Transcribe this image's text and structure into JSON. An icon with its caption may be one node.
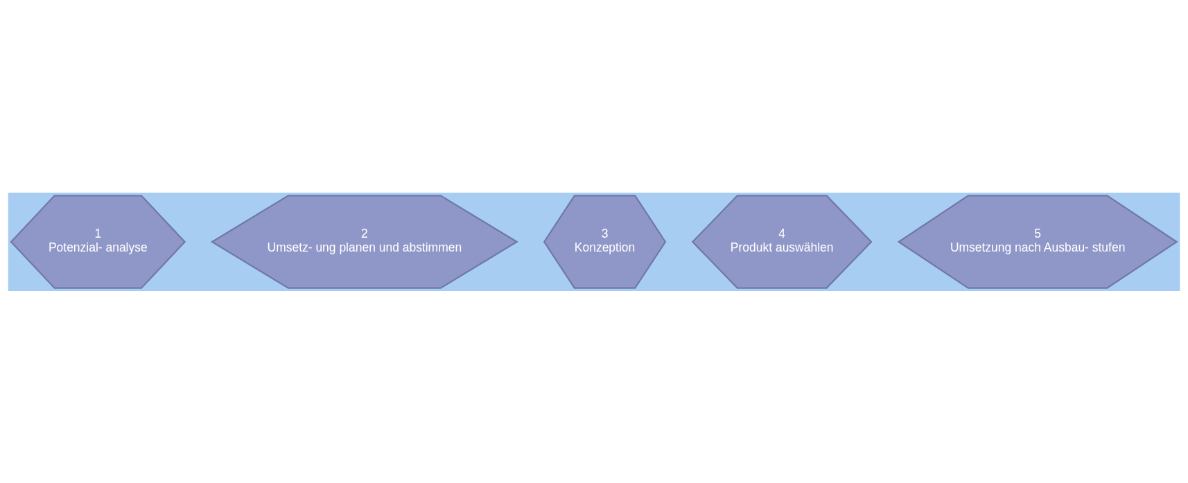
{
  "diagram": {
    "nodes": [
      {
        "text": [
          "1",
          "Potenzial- analyse"
        ]
      },
      {
        "text": [
          "2",
          "Umsetz- ung planen und abstimmen"
        ]
      },
      {
        "text": [
          "3",
          "Konzeption"
        ]
      },
      {
        "text": [
          "4",
          "Produkt auswählen"
        ]
      },
      {
        "text": [
          "5",
          "Umsetzung nach Ausbau- stufen"
        ]
      }
    ]
  }
}
